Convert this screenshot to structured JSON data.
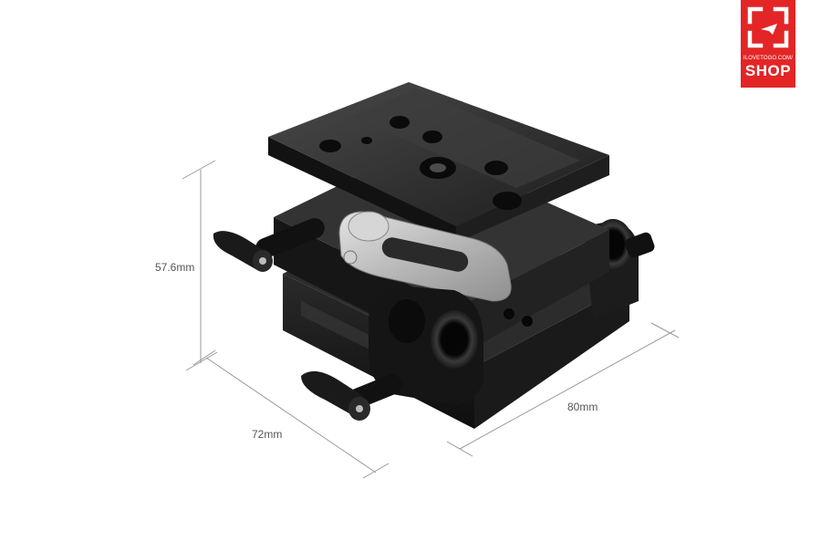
{
  "dimensions": {
    "height": "57.6mm",
    "depth": "72mm",
    "width": "80mm"
  },
  "logo": {
    "site_text": "ILOVETOGO.COM/",
    "shop_text": "SHOP",
    "brand_color": "#e32526"
  },
  "product": {
    "icon": "camera-baseplate-with-rod-clamps"
  }
}
